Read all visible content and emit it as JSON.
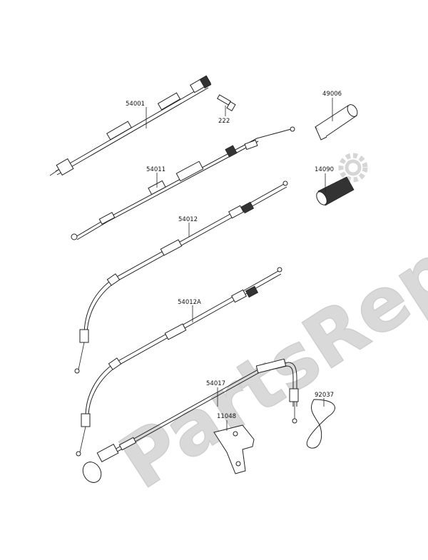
{
  "watermark": "PartsRepublik",
  "parts": [
    {
      "key": "speedo_cable",
      "label": "54001"
    },
    {
      "key": "bolt",
      "label": "222"
    },
    {
      "key": "holder",
      "label": "49006"
    },
    {
      "key": "boot",
      "label": "14090"
    },
    {
      "key": "cable_a",
      "label": "54011"
    },
    {
      "key": "throttle_open",
      "label": "54012"
    },
    {
      "key": "throttle_close",
      "label": "54012A"
    },
    {
      "key": "choke",
      "label": "54017"
    },
    {
      "key": "bracket",
      "label": "11048"
    },
    {
      "key": "clamp",
      "label": "92037"
    }
  ]
}
